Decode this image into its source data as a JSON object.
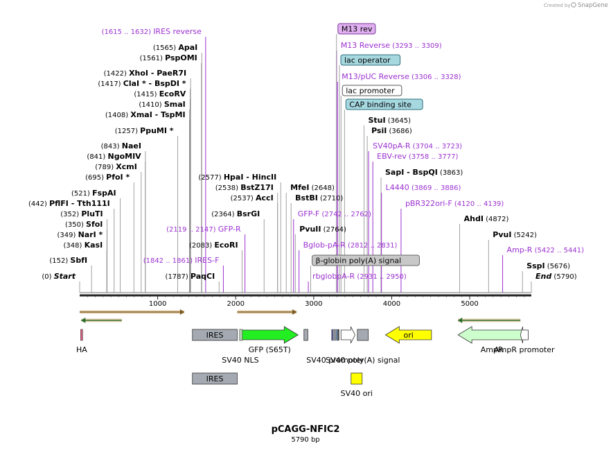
{
  "watermark": {
    "prefix": "Created by",
    "brand": "SnapGene"
  },
  "plasmid": {
    "name": "pCAGG-NFIC2",
    "length_label": "5790 bp",
    "length": 5790
  },
  "colors": {
    "site": "#000000",
    "primer": "#9b30d0",
    "accent": "#f5a623"
  },
  "scale": {
    "start": 0,
    "end": 5790,
    "ticks": [
      1000,
      2000,
      3000,
      4000,
      5000
    ]
  },
  "sites": [
    {
      "pos": 1615,
      "pos_text": "(1615 .. 1632)",
      "name": "IRES reverse",
      "kind": "primer",
      "label_row": 45
    },
    {
      "pos": 1565,
      "pos_text": "(1565)",
      "name": "ApaI",
      "kind": "enzyme",
      "label_row": 68
    },
    {
      "pos": 1561,
      "pos_text": "(1561)",
      "name": "PspOMI",
      "kind": "enzyme",
      "label_row": 83
    },
    {
      "pos": 1422,
      "pos_text": "(1422)",
      "name": "XhoI",
      "extra": "PaeR7I",
      "kind": "enzyme",
      "label_row": 105
    },
    {
      "pos": 1417,
      "pos_text": "(1417)",
      "name": "ClaI *",
      "extra": "BspDI *",
      "kind": "enzyme",
      "label_row": 120
    },
    {
      "pos": 1415,
      "pos_text": "(1415)",
      "name": "EcoRV",
      "kind": "enzyme",
      "label_row": 135
    },
    {
      "pos": 1410,
      "pos_text": "(1410)",
      "name": "SmaI",
      "kind": "enzyme",
      "label_row": 150
    },
    {
      "pos": 1408,
      "pos_text": "(1408)",
      "name": "XmaI",
      "extra": "TspMI",
      "kind": "enzyme",
      "label_row": 165
    },
    {
      "pos": 1257,
      "pos_text": "(1257)",
      "name": "PpuMI *",
      "kind": "enzyme",
      "label_row": 188
    },
    {
      "pos": 843,
      "pos_text": "(843)",
      "name": "NaeI",
      "kind": "enzyme",
      "label_row": 210
    },
    {
      "pos": 841,
      "pos_text": "(841)",
      "name": "NgoMIV",
      "kind": "enzyme",
      "label_row": 225
    },
    {
      "pos": 789,
      "pos_text": "(789)",
      "name": "XcmI",
      "kind": "enzyme",
      "label_row": 240
    },
    {
      "pos": 695,
      "pos_text": "(695)",
      "name": "PfoI *",
      "kind": "enzyme",
      "label_row": 255
    },
    {
      "pos": 521,
      "pos_text": "(521)",
      "name": "FspAI",
      "kind": "enzyme",
      "label_row": 278
    },
    {
      "pos": 442,
      "pos_text": "(442)",
      "name": "PflFI",
      "extra": "Tth111I",
      "kind": "enzyme",
      "label_row": 293
    },
    {
      "pos": 352,
      "pos_text": "(352)",
      "name": "PluTI",
      "kind": "enzyme",
      "label_row": 308
    },
    {
      "pos": 350,
      "pos_text": "(350)",
      "name": "SfoI",
      "kind": "enzyme",
      "label_row": 323
    },
    {
      "pos": 349,
      "pos_text": "(349)",
      "name": "NarI *",
      "kind": "enzyme",
      "label_row": 338
    },
    {
      "pos": 348,
      "pos_text": "(348)",
      "name": "KasI",
      "kind": "enzyme",
      "label_row": 353
    },
    {
      "pos": 152,
      "pos_text": "(152)",
      "name": "SbfI",
      "kind": "enzyme",
      "label_row": 375
    },
    {
      "pos": 0,
      "pos_text": "(0)",
      "name": "Start",
      "kind": "start",
      "label_row": 398
    },
    {
      "pos": 2577,
      "pos_text": "(2577)",
      "name": "HpaI",
      "extra": "HincII",
      "kind": "enzyme",
      "label_row": 255
    },
    {
      "pos": 2538,
      "pos_text": "(2538)",
      "name": "BstZ17I",
      "kind": "enzyme",
      "label_row": 270
    },
    {
      "pos": 2537,
      "pos_text": "(2537)",
      "name": "AccI",
      "kind": "enzyme",
      "label_row": 285
    },
    {
      "pos": 2364,
      "pos_text": "(2364)",
      "name": "BsrGI",
      "kind": "enzyme",
      "label_row": 308
    },
    {
      "pos": 2119,
      "pos_text": "(2119 .. 2147)",
      "name": "GFP-R",
      "kind": "primer",
      "label_row": 330
    },
    {
      "pos": 2083,
      "pos_text": "(2083)",
      "name": "EcoRI",
      "kind": "enzyme",
      "label_row": 353
    },
    {
      "pos": 1842,
      "pos_text": "(1842 .. 1861)",
      "name": "IRES-F",
      "kind": "primer",
      "label_row": 375
    },
    {
      "pos": 1787,
      "pos_text": "(1787)",
      "name": "PaqCI",
      "kind": "enzyme",
      "label_row": 398
    },
    {
      "pos": 2648,
      "pos_text": "(2648)",
      "name": "MfeI",
      "kind": "enzyme",
      "label_row": 270,
      "text_after": true
    },
    {
      "pos": 2710,
      "pos_text": "(2710)",
      "name": "BstBI",
      "kind": "enzyme",
      "label_row": 285,
      "text_after": true
    },
    {
      "pos": 2742,
      "pos_text": "(2742 .. 2762)",
      "name": "GFP-F",
      "kind": "primer",
      "label_row": 308,
      "text_after": true
    },
    {
      "pos": 2764,
      "pos_text": "(2764)",
      "name": "PvuII",
      "kind": "enzyme",
      "label_row": 330,
      "text_after": true
    },
    {
      "pos": 2812,
      "pos_text": "(2812 .. 2831)",
      "name": "Bglob-pA-R",
      "kind": "primer",
      "label_row": 353,
      "text_after": true
    },
    {
      "pos": 2931,
      "pos_text": "(2931 .. 2950)",
      "name": "rbglobpA-R",
      "kind": "primer",
      "label_row": 398,
      "text_after": true
    },
    {
      "pos": 3293,
      "pos_text": "(3293 .. 3309)",
      "name": "M13 Reverse",
      "kind": "primer",
      "label_row": 65,
      "text_after": true
    },
    {
      "pos": 3306,
      "pos_text": "(3306 .. 3328)",
      "name": "M13/pUC Reverse",
      "kind": "primer",
      "label_row": 110,
      "text_after": true
    },
    {
      "pos": 3645,
      "pos_text": "(3645)",
      "name": "StuI",
      "kind": "enzyme",
      "label_row": 173,
      "text_after": true
    },
    {
      "pos": 3686,
      "pos_text": "(3686)",
      "name": "PsiI",
      "kind": "enzyme",
      "label_row": 188,
      "text_after": true
    },
    {
      "pos": 3704,
      "pos_text": "(3704 .. 3723)",
      "name": "SV40pA-R",
      "kind": "primer",
      "label_row": 210,
      "text_after": true
    },
    {
      "pos": 3758,
      "pos_text": "(3758 .. 3777)",
      "name": "EBV-rev",
      "kind": "primer",
      "label_row": 225,
      "text_after": true
    },
    {
      "pos": 3863,
      "pos_text": "(3863)",
      "name": "SapI",
      "extra": "BspQI",
      "kind": "enzyme",
      "label_row": 248,
      "text_after": true
    },
    {
      "pos": 3869,
      "pos_text": "(3869 .. 3886)",
      "name": "L4440",
      "kind": "primer",
      "label_row": 270,
      "text_after": true
    },
    {
      "pos": 4120,
      "pos_text": "(4120 .. 4139)",
      "name": "pBR322ori-F",
      "kind": "primer",
      "label_row": 293,
      "text_after": true
    },
    {
      "pos": 4872,
      "pos_text": "(4872)",
      "name": "AhdI",
      "kind": "enzyme",
      "label_row": 315,
      "text_after": true
    },
    {
      "pos": 5242,
      "pos_text": "(5242)",
      "name": "PvuI",
      "kind": "enzyme",
      "label_row": 338,
      "text_after": true
    },
    {
      "pos": 5422,
      "pos_text": "(5422 .. 5441)",
      "name": "Amp-R",
      "kind": "primer",
      "label_row": 360,
      "text_after": true
    },
    {
      "pos": 5676,
      "pos_text": "(5676)",
      "name": "SspI",
      "kind": "enzyme",
      "label_row": 383,
      "text_after": true
    },
    {
      "pos": 5790,
      "pos_text": "(5790)",
      "name": "End",
      "kind": "end",
      "label_row": 398,
      "text_after": true
    }
  ],
  "boxed_features": [
    {
      "name": "M13 rev",
      "pos": 3293,
      "fill": "#e0b0f0",
      "border": "#7a3a9a",
      "row": 42
    },
    {
      "name": "lac operator",
      "pos": 3330,
      "fill": "#a6d8e0",
      "border": "#2c6c7a",
      "row": 87
    },
    {
      "name": "lac promoter",
      "pos": 3350,
      "fill": "#ffffff",
      "border": "#555555",
      "row": 131
    },
    {
      "name": "CAP binding site",
      "pos": 3395,
      "fill": "#a6d8e0",
      "border": "#2c6c7a",
      "row": 151
    },
    {
      "name": "β-globin poly(A) signal",
      "pos": 2962,
      "fill": "#c8c8c8",
      "border": "#666666",
      "row": 376
    }
  ],
  "features": [
    {
      "name": "HA",
      "label_row": 505,
      "shape": "tick",
      "start": 12,
      "end": 40,
      "fill": "#d06080"
    },
    {
      "name": "IRES",
      "label_row": null,
      "shape": "box",
      "start": 1445,
      "end": 2020,
      "fill": "#a5aab2",
      "text_inside": true
    },
    {
      "name": "GFP (S65T)",
      "label_row": 505,
      "shape": "arrow-right",
      "start": 2070,
      "end": 2800,
      "fill": "#22ee22"
    },
    {
      "name": "SV40 NLS",
      "label_row": 520,
      "shape": "thin",
      "start": 2050,
      "end": 2070,
      "fill": "#a5aab2"
    },
    {
      "name": "",
      "label_row": null,
      "shape": "box",
      "start": 2875,
      "end": 2925,
      "fill": "#a5aab2"
    },
    {
      "name": "SV40 promoter",
      "label_row": 520,
      "shape": "cluster",
      "start": 3230,
      "end": 3320,
      "fill": "#a5aab2"
    },
    {
      "name": "",
      "label_row": null,
      "shape": "arrow-right",
      "start": 3350,
      "end": 3530,
      "fill": "#ffffff"
    },
    {
      "name": "SV40 poly(A) signal",
      "label_row": 520,
      "shape": "box",
      "start": 3560,
      "end": 3700,
      "fill": "#a5aab2"
    },
    {
      "name": "ori",
      "label_row": null,
      "shape": "arrow-left",
      "start": 3920,
      "end": 4510,
      "fill": "#ffff00",
      "text_inside": true
    },
    {
      "name": "AmpR",
      "label_row": 505,
      "shape": "arrow-left",
      "start": 4850,
      "end": 5720,
      "fill": "#ccffcc"
    },
    {
      "name": "AmpR promoter",
      "label_row": 505,
      "shape": "arrow-left",
      "start": 5650,
      "end": 5750,
      "fill": "#ffffff"
    }
  ],
  "second_row": [
    {
      "name": "IRES",
      "start": 1445,
      "end": 2020,
      "fill": "#a5aab2",
      "text_inside": true
    },
    {
      "name": "SV40 ori",
      "start": 3480,
      "end": 3620,
      "fill": "#ffff00"
    }
  ],
  "orf_arrows": [
    {
      "start": 0,
      "end": 1340,
      "dir": "right",
      "style": "orange"
    },
    {
      "start": 20,
      "end": 540,
      "dir": "left",
      "style": "green"
    },
    {
      "start": 2020,
      "end": 2780,
      "dir": "right",
      "style": "orange"
    },
    {
      "start": 4850,
      "end": 5650,
      "dir": "left",
      "style": "green"
    }
  ]
}
